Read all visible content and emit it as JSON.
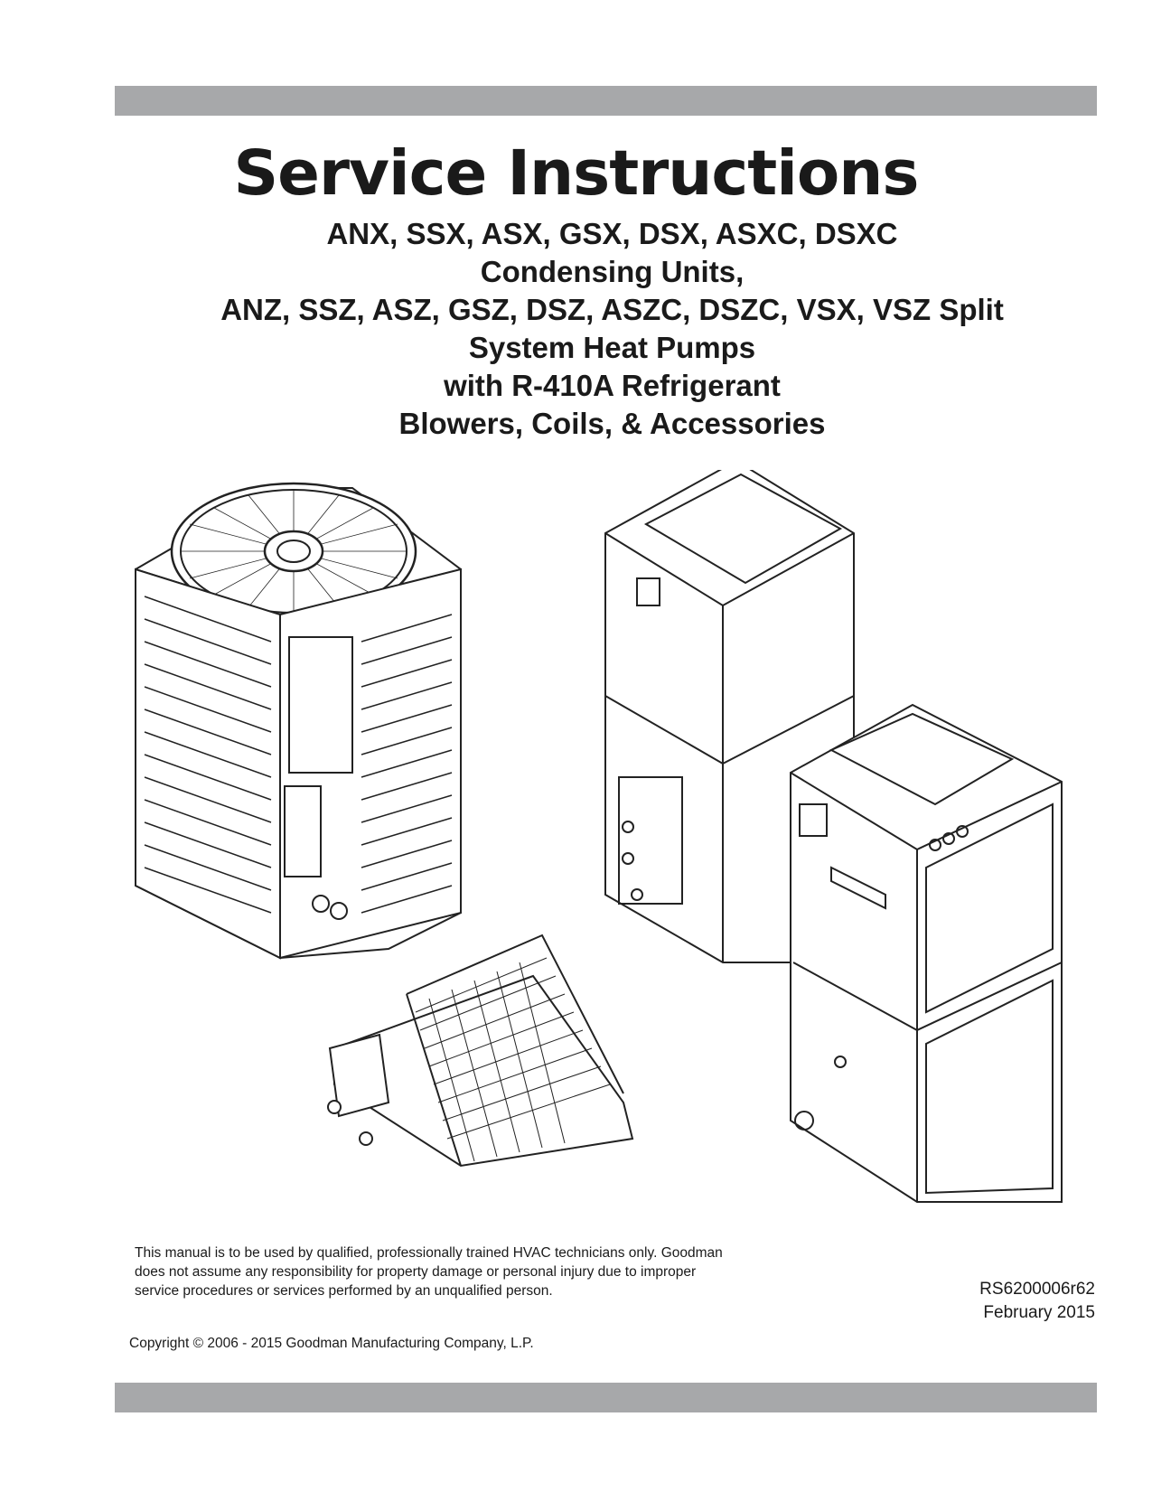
{
  "document": {
    "title": "Service Instructions",
    "subtitle_lines": [
      "ANX, SSX, ASX, GSX, DSX, ASXC, DSXC",
      "Condensing  Units,",
      "ANZ, SSZ, ASZ, GSZ, DSZ, ASZC, DSZC, VSX, VSZ Split",
      "System Heat Pumps",
      "with  R-410A  Refrigerant",
      "Blowers,  Coils,  &  Accessories"
    ],
    "disclaimer_lines": [
      "This manual is to be used by qualified, professionally trained HVAC technicians only. Goodman",
      "does not assume any responsibility for property damage or personal injury due to improper",
      "service  procedures  or  services   performed  by  an  unqualified  person."
    ],
    "doc_number": "RS6200006r62",
    "doc_date": "February 2015",
    "copyright": "Copyright © 2006 - 2015 Goodman Manufacturing Company, L.P."
  },
  "colors": {
    "bar": "#a7a8aa",
    "text": "#1a1a1a",
    "line_art": "#222222"
  },
  "illustrations": [
    "condensing-unit",
    "evaporator-coil",
    "air-handler-tall",
    "air-handler-modular"
  ]
}
